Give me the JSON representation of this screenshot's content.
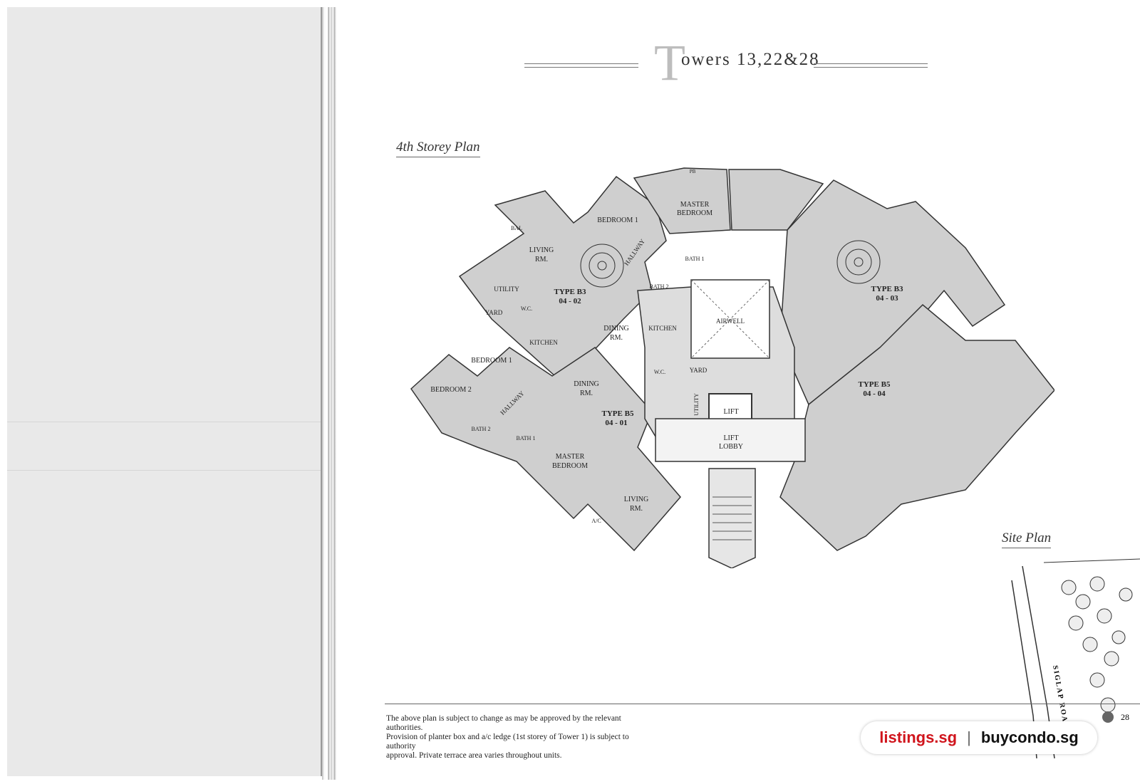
{
  "header": {
    "title_initial": "T",
    "title_rest": "owers 13,22&28"
  },
  "sections": {
    "floor_plan_label": "4th Storey Plan",
    "site_plan_label": "Site Plan"
  },
  "rooms": {
    "b3_left": {
      "bedroom1": "BEDROOM 1",
      "master": "MASTER",
      "master2": "BEDROOM",
      "living": "LIVING",
      "living2": "RM.",
      "bal": "BAL",
      "hallway": "HALLWAY",
      "utility": "UTILITY",
      "yard": "YARD",
      "wc": "W.C.",
      "type": "TYPE B3",
      "unit": "04 - 02",
      "dining": "DINING",
      "dining2": "RM.",
      "kitchen": "KITCHEN",
      "bath1": "BATH 1",
      "bath2": "BATH 2"
    },
    "b5_left": {
      "bedroom1": "BEDROOM 1",
      "bedroom2": "BEDROOM 2",
      "hallway": "HALLWAY",
      "bath2": "BATH 2",
      "bath1": "BATH 1",
      "master": "MASTER",
      "master2": "BEDROOM",
      "dining": "DINING",
      "dining2": "RM.",
      "type": "TYPE B5",
      "unit": "04 - 01",
      "living": "LIVING",
      "living2": "RM.",
      "ac": "A/C"
    },
    "core": {
      "airwell": "AIRWELL",
      "kitchen": "KITCHEN",
      "wc": "W.C.",
      "yard": "YARD",
      "utility": "UTILITY",
      "lift": "LIFT",
      "lobby1": "LIFT",
      "lobby2": "LOBBY",
      "pb": "PB"
    },
    "b3_right": {
      "type": "TYPE B3",
      "unit": "04 - 03"
    },
    "b5_right": {
      "type": "TYPE B5",
      "unit": "04 - 04"
    }
  },
  "site": {
    "road": "SIGLAP ROAD",
    "tower_no": "28"
  },
  "disclaimer": {
    "line1": "The above plan is subject to change as may be approved by the relevant authorities.",
    "line2": "Provision of planter box and a/c ledge (1st storey of Tower 1) is subject to authority",
    "line3": "approval. Private terrace area varies throughout units."
  },
  "watermark": {
    "left": "listings.sg",
    "sep": "|",
    "right": "buycondo.sg"
  }
}
